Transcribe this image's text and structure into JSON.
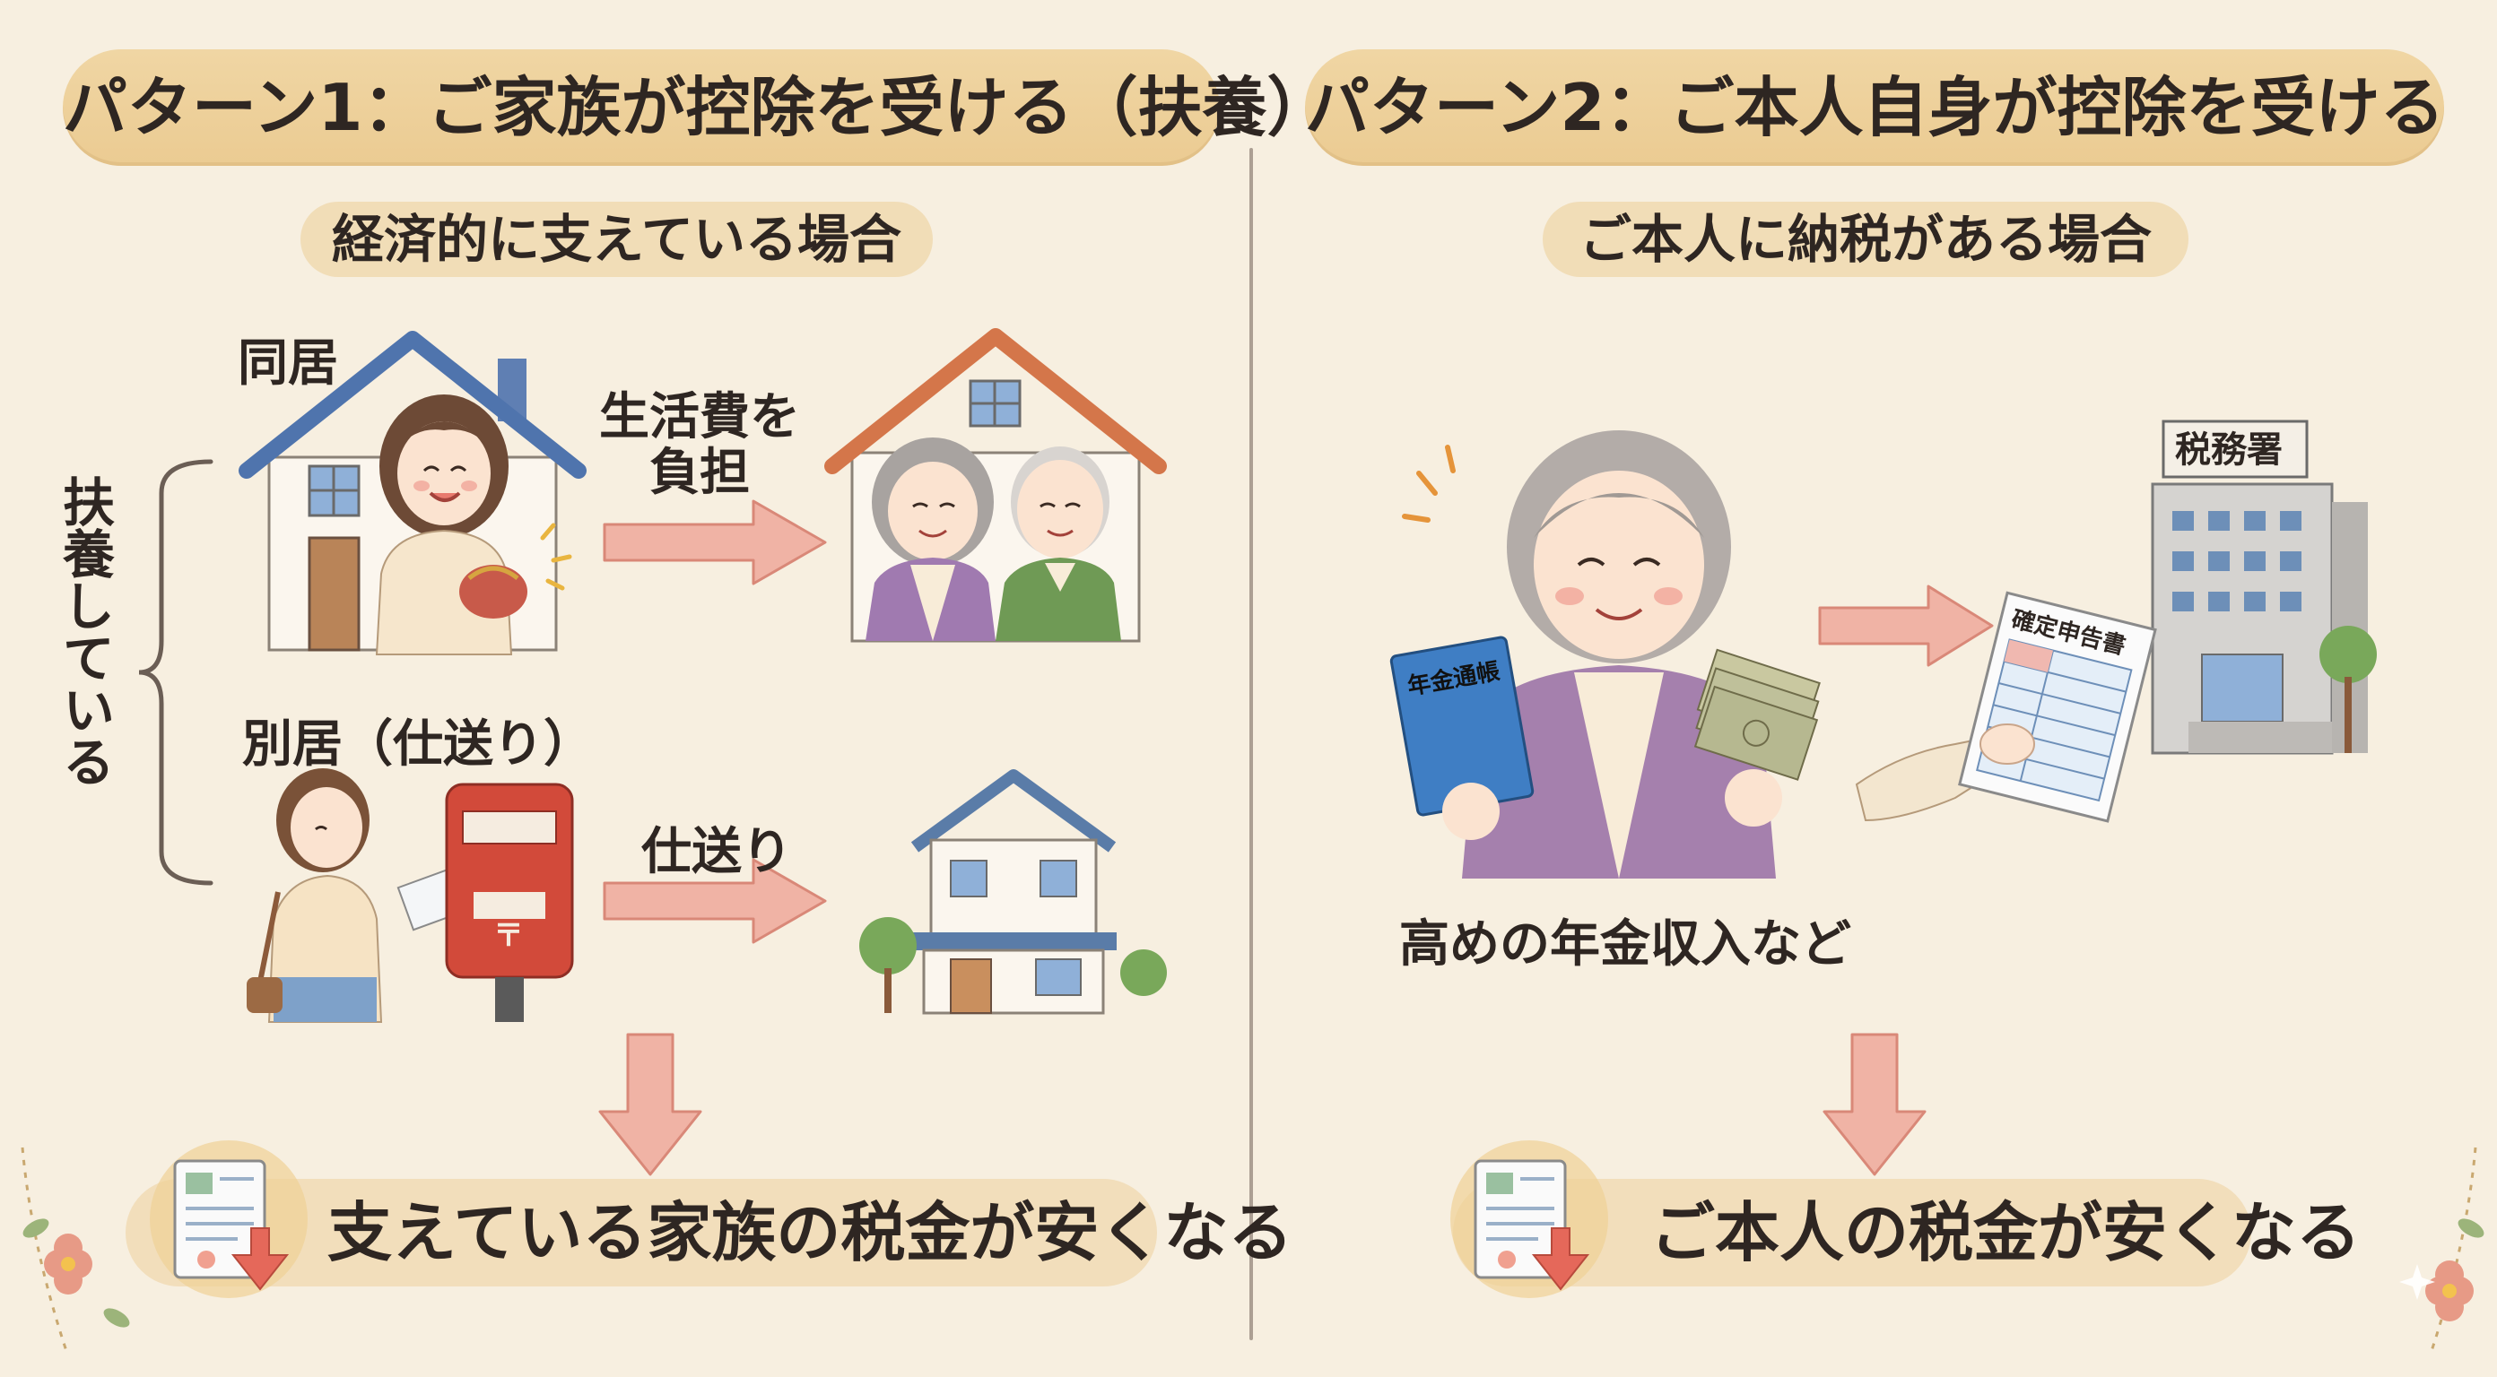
{
  "pattern1": {
    "title": "パターン1：ご家族が控除を受ける（扶養）",
    "subtitle": "経済的に支えている場合",
    "bracket_label": "扶養している",
    "cohabit_label": "同居",
    "cohabit_arrow_label": "生活費を\n負担",
    "separate_label": "別居（仕送り）",
    "separate_arrow_label": "仕送り",
    "result": "支えている家族の税金が安くなる"
  },
  "pattern2": {
    "title": "パターン2：ご本人自身が控除を受ける",
    "subtitle": "ご本人に納税がある場合",
    "pension_book_label": "年金通帳",
    "tax_office_label": "税務署",
    "tax_return_label": "確定申告書",
    "income_caption": "高めの年金収入など",
    "result": "ご本人の税金が安くなる"
  },
  "colors": {
    "background": "#f7efe0",
    "title_band": "#ecd09a",
    "arrow": "#e8a393",
    "arrow_stroke": "#d98878",
    "divider": "#8c7e72",
    "text": "#2e2622"
  }
}
